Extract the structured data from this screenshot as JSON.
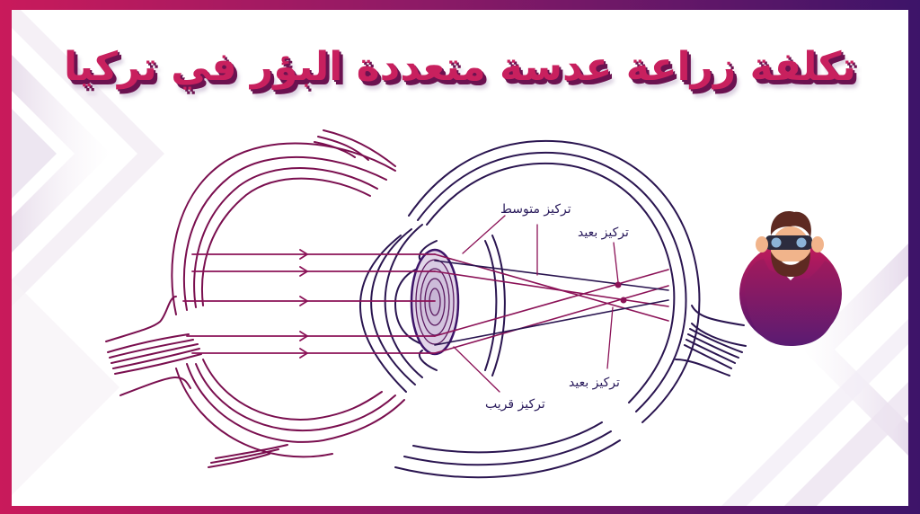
{
  "title": "تكلفة زراعة عدسة متعددة البؤر في تركيا",
  "colors": {
    "border_left": "#c91a5b",
    "border_right": "#3d1469",
    "title_fill": "#c8205e",
    "title_shadow": "#6b1250",
    "diagram_line_magenta": "#7a0f4f",
    "diagram_line_navy": "#2a1550",
    "label_text": "#2a1b5c",
    "avatar_circle_top": "#c21a5a",
    "avatar_circle_bottom": "#4a1670"
  },
  "diagram": {
    "subject": "Multifocal lens eye cross-section with light rays",
    "labels": [
      {
        "id": "medium-focus",
        "text": "تركيز متوسط"
      },
      {
        "id": "far-focus-top",
        "text": "تركيز بعيد"
      },
      {
        "id": "far-focus-bottom",
        "text": "تركيز بعيد"
      },
      {
        "id": "near-focus",
        "text": "تركيز قريب"
      }
    ],
    "icons": [
      "eye-left-outline",
      "eye-right-cross-section",
      "lens-rings",
      "light-ray-arrows",
      "focal-point-dots",
      "optic-nerve"
    ]
  },
  "illustration": {
    "description": "Bearded man looking through binoculars inside a gradient circle",
    "icon": "man-with-binoculars"
  }
}
